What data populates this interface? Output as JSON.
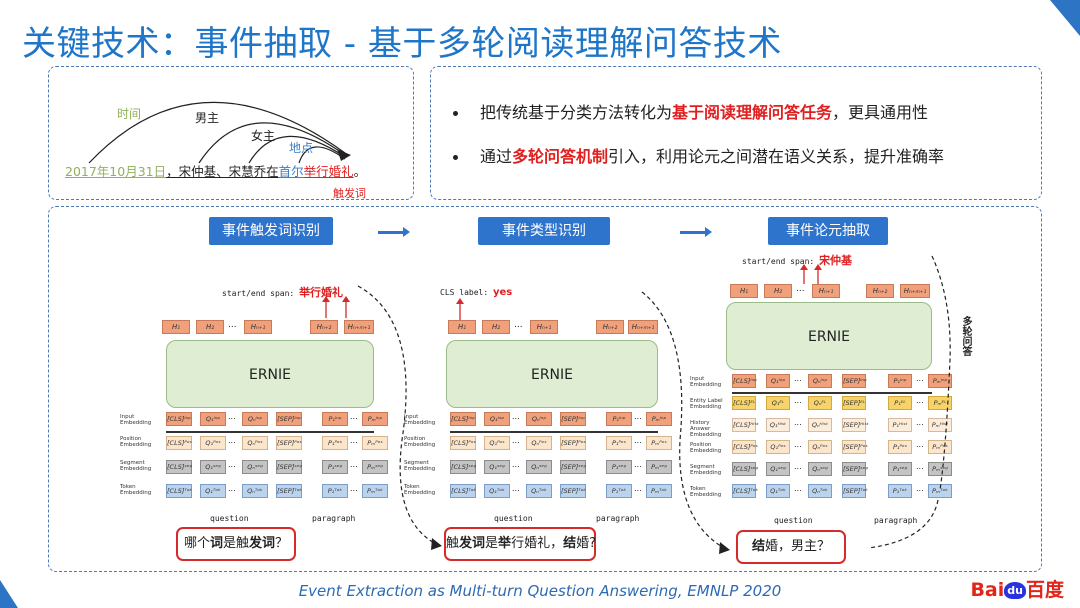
{
  "title": "关键技术：事件抽取 - 基于多轮阅读理解问答技术",
  "example": {
    "sentence_parts": [
      "2017年10月31日",
      "，宋仲基、宋慧乔在",
      "首尔",
      "举行婚礼",
      "。"
    ],
    "arc_labels": {
      "time": "时间",
      "male": "男主",
      "female": "女主",
      "place": "地点"
    },
    "trigger_label": "触发词"
  },
  "bullets": [
    {
      "pre": "把传统基于分类方法转化为",
      "bold": "基于阅读理解问答任务",
      "post": "，更具通用性"
    },
    {
      "pre": "通过",
      "bold": "多轮问答机制",
      "post": "引入，利用论元之间潜在语义关系，提升准确率"
    }
  ],
  "stages": [
    "事件触发词识别",
    "事件类型识别",
    "事件论元抽取"
  ],
  "panel1": {
    "span_prefix": "start/end span: ",
    "span_value": "举行婚礼",
    "hidden": [
      "H₁",
      "H₂",
      "...",
      "Hₙ₊₁",
      "Hₙ₊₂",
      "Hₙ₊ₘ₊₁"
    ],
    "model": "ERNIE",
    "rows": [
      {
        "label": "Input Embedding",
        "cells": [
          "[CLS]ᴵⁿᵖ",
          "Q₁ᴵⁿᵖ",
          "...",
          "Qₙᴵⁿᵖ",
          "[SEP]ᴵⁿᵖ",
          "P₁ᴵⁿᵖ",
          "...",
          "Pₘᴵⁿᵖ"
        ]
      },
      {
        "label": "Position Embedding",
        "cells": [
          "[CLS]ᴾᵒˢ",
          "Q₁ᴾᵒˢ",
          "...",
          "Qₙᴾᵒˢ",
          "[SEP]ᴾᵒˢ",
          "P₁ᴾᵒˢ",
          "...",
          "Pₘᴾᵒˢ"
        ]
      },
      {
        "label": "Segment Embedding",
        "cells": [
          "[CLS]ˢᵉᵍ",
          "Q₁ˢᵉᵍ",
          "...",
          "Qₙˢᵉᵍ",
          "[SEP]ˢᵉᵍ",
          "P₁ˢᵉᵍ",
          "...",
          "Pₘˢᵉᵍ"
        ]
      },
      {
        "label": "Token Embedding",
        "cells": [
          "[CLS]ᵀᵒᵏ",
          "Q₁ᵀᵒᵏ",
          "...",
          "Qₙᵀᵒᵏ",
          "[SEP]ᵀᵒᵏ",
          "P₁ᵀᵒᵏ",
          "...",
          "Pₘᵀᵒᵏ"
        ]
      }
    ],
    "question_label": "question",
    "paragraph_label": "paragraph",
    "query": {
      "pre": "哪个",
      "b1": "词",
      "mid": "是触",
      "b2": "发词",
      "post": "？"
    }
  },
  "panel2": {
    "cls_prefix": "CLS label: ",
    "cls_value": "yes",
    "model": "ERNIE",
    "query": {
      "pre": "触",
      "b1": "发词",
      "mid": "是",
      "b2": "举",
      "post": "行婚礼，",
      "b3": "结",
      "tail": "婚?"
    }
  },
  "panel3": {
    "span_prefix": "start/end span: ",
    "span_value": "宋仲基",
    "model": "ERNIE",
    "side_label": "多轮问答",
    "rows": [
      {
        "label": "Input Embedding"
      },
      {
        "label": "Entity Label Embedding",
        "cells": [
          "[CLS]ᴱᴸ",
          "Q₁ᴱᴸ",
          "...",
          "Qₙᴱᴸ",
          "[SEP]ᴱᴸ",
          "P₁ᴱᴸ",
          "...",
          "Pₘᴱᴸ"
        ]
      },
      {
        "label": "History Answer Embedding",
        "cells": [
          "[CLS]ᴴⁱˢᵗ",
          "Q₁ᴴⁱˢᵗ",
          "...",
          "Qₙᴴⁱˢᵗ",
          "[SEP]ᴴⁱˢᵗ",
          "P₁ᴴⁱˢᵗ",
          "...",
          "Pₘᴴⁱˢᵗ"
        ]
      },
      {
        "label": "Position Embedding"
      },
      {
        "label": "Segment Embedding"
      },
      {
        "label": "Token Embedding"
      }
    ],
    "query": {
      "b1": "结",
      "mid": "婚，男主？"
    }
  },
  "footer": "Event Extraction as Multi-turn Question Answering, EMNLP 2020",
  "logo": {
    "a": "Bai",
    "b": "du",
    "c": "百度"
  },
  "colors": {
    "title": "#1f76c8",
    "accent": "#2f74cc",
    "red": "#e02020",
    "ernie": "#dfeed2"
  }
}
